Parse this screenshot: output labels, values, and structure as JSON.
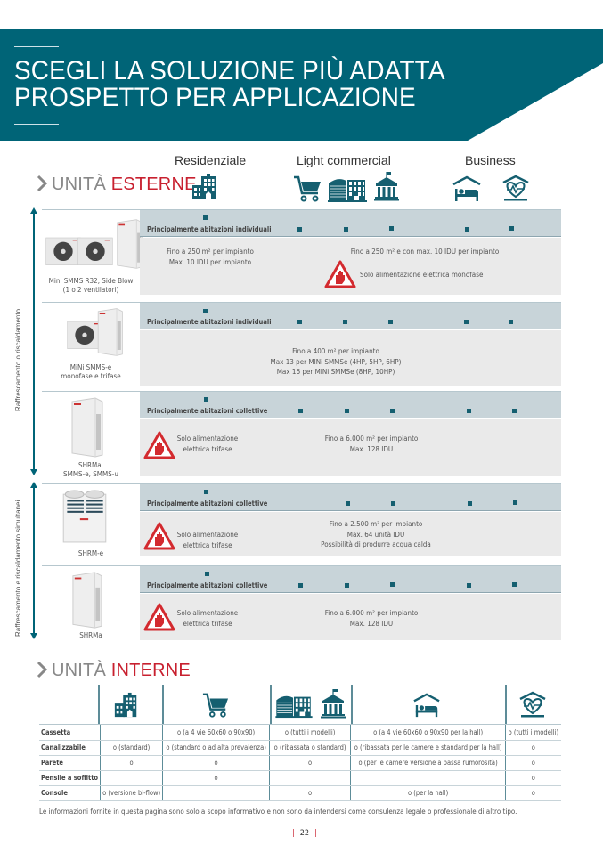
{
  "header": {
    "title_line1": "SCEGLI LA SOLUZIONE PIÙ ADATTA",
    "title_line2": "PROSPETTO PER APPLICAZIONE",
    "banner_color": "#006477"
  },
  "categories": {
    "residenziale": "Residenziale",
    "light_commercial": "Light commercial",
    "business": "Business"
  },
  "outdoor": {
    "section_prefix": "UNITÀ",
    "section_highlight": "ESTERNE",
    "axis_labels": {
      "cooling_or_heating": "Raffrescamento o riscaldamento",
      "simultaneous": "Raffrescamento e riscaldamento simultanei"
    },
    "rows": [
      {
        "product": "Mini SMMS R32, Side Blow",
        "product_sub": "(1 o 2 ventilatori)",
        "header_label": "Principalmente abitazioni individuali",
        "left_text": [
          "Fino a 250 m² per impianto",
          "Max. 10 IDU per impianto"
        ],
        "right_text": [
          "Fino a 250 m² e con max. 10 IDU per impianto"
        ],
        "warning": "Solo alimentazione elettrica monofase"
      },
      {
        "product": "MiNi SMMS-e",
        "product_sub": "monofase e trifase",
        "header_label": "Principalmente abitazioni individuali",
        "center_text": [
          "Fino a 400 m² per impianto",
          "Max 13 per MINi SMMSe (4HP, 5HP, 6HP)",
          "Max 16 per MINi SMMSe (8HP, 10HP)"
        ]
      },
      {
        "product": "SHRMa,",
        "product_sub": "SMMS-e, SMMS-u",
        "header_label": "Principalmente abitazioni collettive",
        "warning": [
          "Solo alimentazione",
          "elettrica trifase"
        ],
        "center_text": [
          "Fino a 6.000 m² per impianto",
          "Max. 128 IDU"
        ]
      },
      {
        "product": "SHRM-e",
        "product_sub": "",
        "header_label": "Principalmente abitazioni collettive",
        "warning": [
          "Solo alimentazione",
          "elettrica trifase"
        ],
        "center_text": [
          "Fino a 2.500 m² per impianto",
          "Max. 64 unità IDU",
          "Possibilità di produrre acqua calda"
        ]
      },
      {
        "product": "SHRMa",
        "product_sub": "",
        "header_label": "Principalmente abitazioni collettive",
        "warning": [
          "Solo alimentazione",
          "elettrica trifase"
        ],
        "center_text": [
          "Fino a 6.000 m² per impianto",
          "Max. 128 IDU"
        ]
      }
    ]
  },
  "indoor": {
    "section_prefix": "UNITÀ",
    "section_highlight": "INTERNE",
    "rows": [
      {
        "type": "Cassetta",
        "cells": [
          "",
          "o (a 4 vie 60x60 o 90x90)",
          "o (tutti i modelli)",
          "o (a 4 vie 60x60 o 90x90 per la hall)",
          "o (tutti i modelli)"
        ]
      },
      {
        "type": "Canalizzabile",
        "cells": [
          "o (standard)",
          "o (standard o ad alta prevalenza)",
          "o (ribassata o standard)",
          "o (ribassata per le camere e standard per la hall)",
          "o"
        ]
      },
      {
        "type": "Parete",
        "cells": [
          "o",
          "o",
          "o",
          "o (per le camere versione a bassa rumorosità)",
          "o"
        ]
      },
      {
        "type": "Pensile a soffitto",
        "cells": [
          "",
          "o",
          "",
          "",
          "o"
        ]
      },
      {
        "type": "Console",
        "cells": [
          "o (versione bi-flow)",
          "",
          "o",
          "o (per la hall)",
          "o"
        ]
      }
    ]
  },
  "footer": {
    "disclaimer": "Le informazioni fornite in questa pagina sono solo a scopo informativo e non sono da intendersi come consulenza legale o professionale di altro tipo.",
    "page_number": "22"
  },
  "icons": {
    "residential": "apartment-building-icon",
    "retail": "shopping-cart-icon",
    "office": "office-building-icon",
    "public": "public-building-icon",
    "hotel": "hotel-bed-icon",
    "healthcare": "healthcare-heart-icon"
  },
  "colors": {
    "teal": "#006477",
    "red": "#c8202f",
    "header_grey": "#c8d4d9",
    "body_grey": "#eaeaea"
  }
}
